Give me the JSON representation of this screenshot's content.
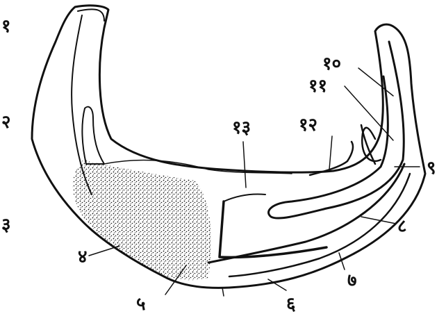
{
  "figure": {
    "side_labels": [
      "१",
      "२",
      "३"
    ],
    "callout_labels": [
      "४",
      "५",
      "६",
      "७",
      "८",
      "९",
      "१०",
      "११",
      "१२",
      "१३"
    ]
  }
}
